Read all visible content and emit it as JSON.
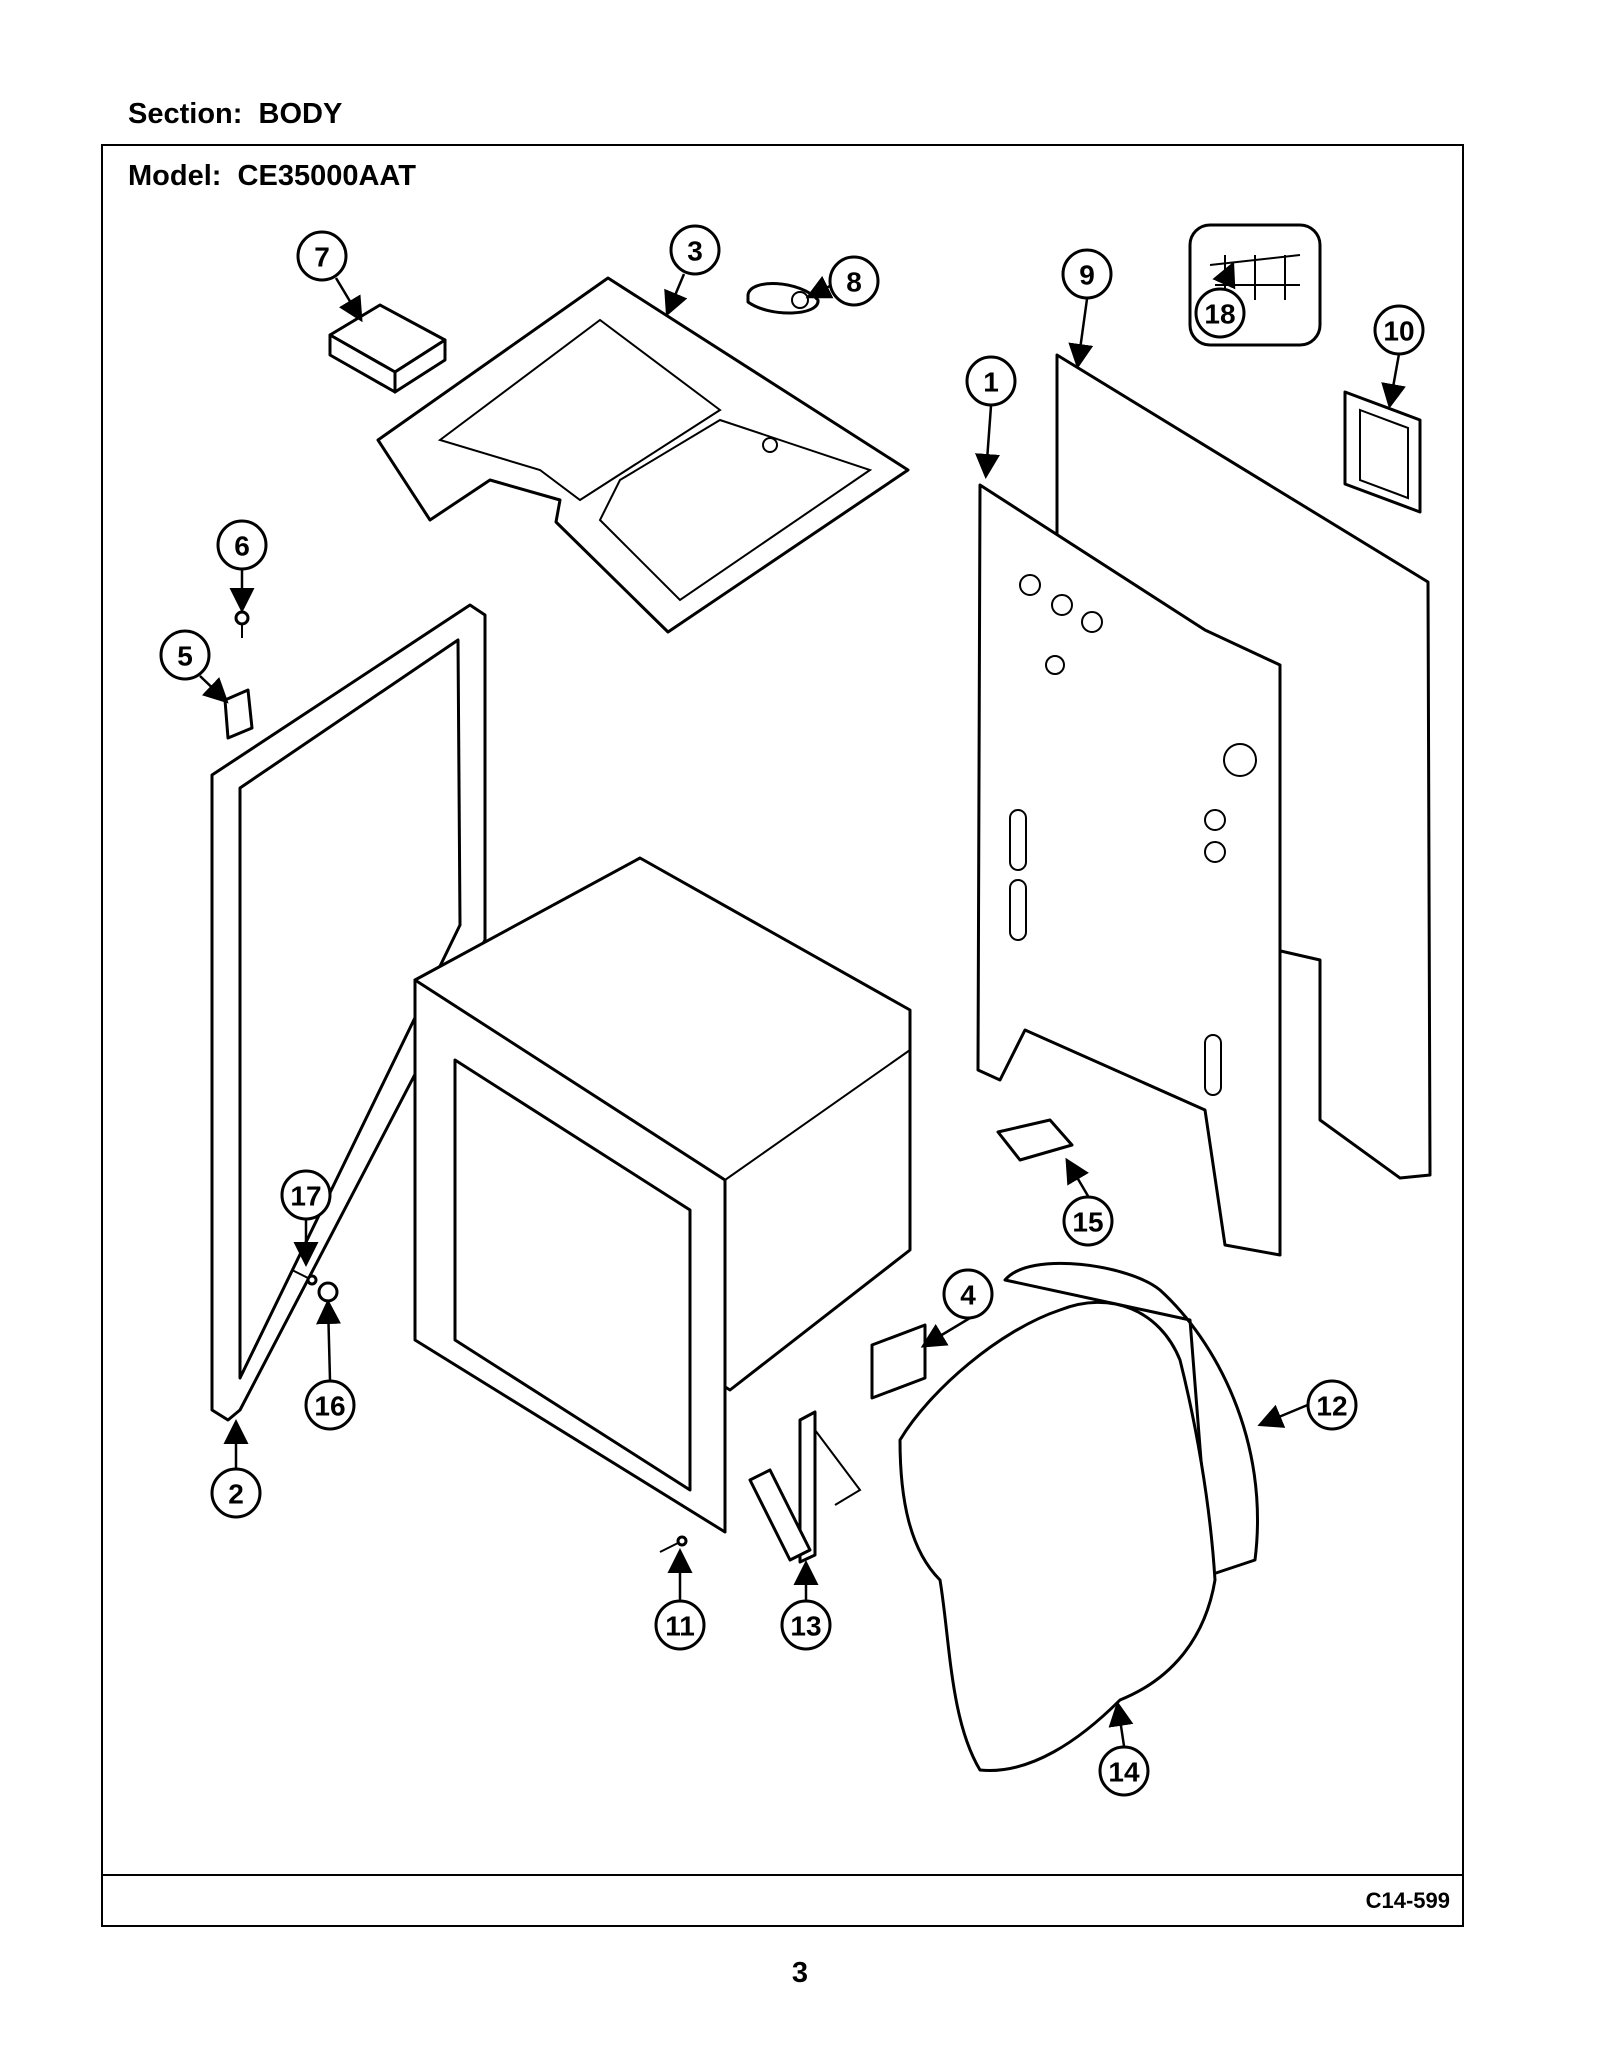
{
  "header": {
    "section_label": "Section:  BODY"
  },
  "diagram": {
    "model_label": "Model:  CE35000AAT",
    "figure_code": "C14-599",
    "callouts": [
      "1",
      "2",
      "3",
      "4",
      "5",
      "6",
      "7",
      "8",
      "9",
      "10",
      "11",
      "12",
      "13",
      "14",
      "15",
      "16",
      "17",
      "18"
    ]
  },
  "footer": {
    "page_number": "3"
  }
}
